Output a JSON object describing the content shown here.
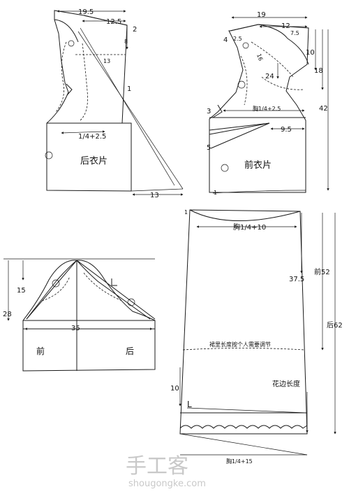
{
  "back_bodice": {
    "title": "后衣片",
    "dim_width": "19.5",
    "dim_neck": "12.5",
    "dim_shoulder_drop": "2",
    "dim_neck_depth": "8",
    "dim_armhole": "13",
    "label_line": "1",
    "dim_chest": "1/4+2.5",
    "dim_hem": "13"
  },
  "front_bodice": {
    "title": "前衣片",
    "dim_width": "19",
    "dim_12": "12",
    "dim_75": "7.5",
    "dim_25": "2.5",
    "dim_4": "4",
    "dim_16": "16",
    "dim_10": "10",
    "dim_18": "18",
    "dim_24": "24",
    "dim_42": "42",
    "dim_chest": "胸1/4+2.5",
    "dim_95": "9.5",
    "dim_3": "3",
    "dim_5": "5",
    "dim_1": "1"
  },
  "sleeve": {
    "dim_15": "15",
    "dim_28": "28",
    "dim_35": "35",
    "label_front": "前",
    "label_back": "后"
  },
  "skirt": {
    "dim_chest_top": "胸1/4+10",
    "dim_375": "37.5",
    "dim_front52": "前52",
    "dim_back62": "后62",
    "note_lining": "裙里长度按个人需要调节",
    "dim_10": "10",
    "label_lace": "花边长度",
    "dim_chest_bottom": "胸1/4+15",
    "dim_1": "1",
    "mark_l": "L"
  },
  "watermark": {
    "cn": "手工客",
    "url": "shougongke.com"
  }
}
